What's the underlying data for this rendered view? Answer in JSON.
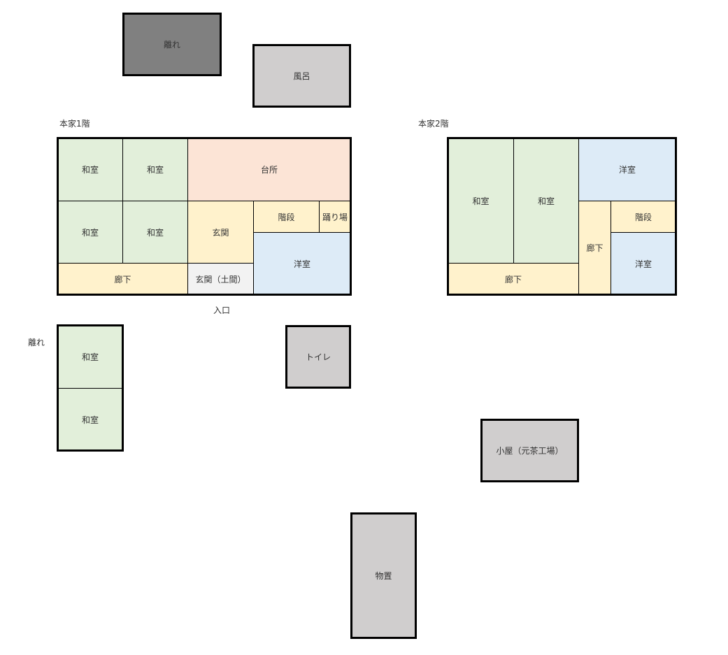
{
  "labels": {
    "main1": "本家1階",
    "main2": "本家2階",
    "entrance": "入口",
    "annex": "離れ"
  },
  "buildings": {
    "annex_top": "離れ",
    "bath": "風呂",
    "toilet": "トイレ",
    "shed": "小屋（元茶工場）",
    "storage": "物置"
  },
  "floor1": {
    "r1": "和室",
    "r2": "和室",
    "kitchen": "台所",
    "r3": "和室",
    "r4": "和室",
    "genkan": "玄関",
    "stairs": "階段",
    "landing": "踊り場",
    "western": "洋室",
    "hall": "廊下",
    "doma": "玄関（土間）"
  },
  "floor2": {
    "r1": "和室",
    "r2": "和室",
    "western1": "洋室",
    "stairs": "階段",
    "hall_v": "廊下",
    "western2": "洋室",
    "hall": "廊下"
  },
  "annex": {
    "r1": "和室",
    "r2": "和室"
  },
  "colors": {
    "japanese_room": "#e2efda",
    "kitchen": "#fce4d6",
    "hall": "#fff2cc",
    "western": "#ddebf7",
    "doma": "#f2f2f2",
    "outbuilding": "#d0cece",
    "annex_top": "#808080"
  }
}
